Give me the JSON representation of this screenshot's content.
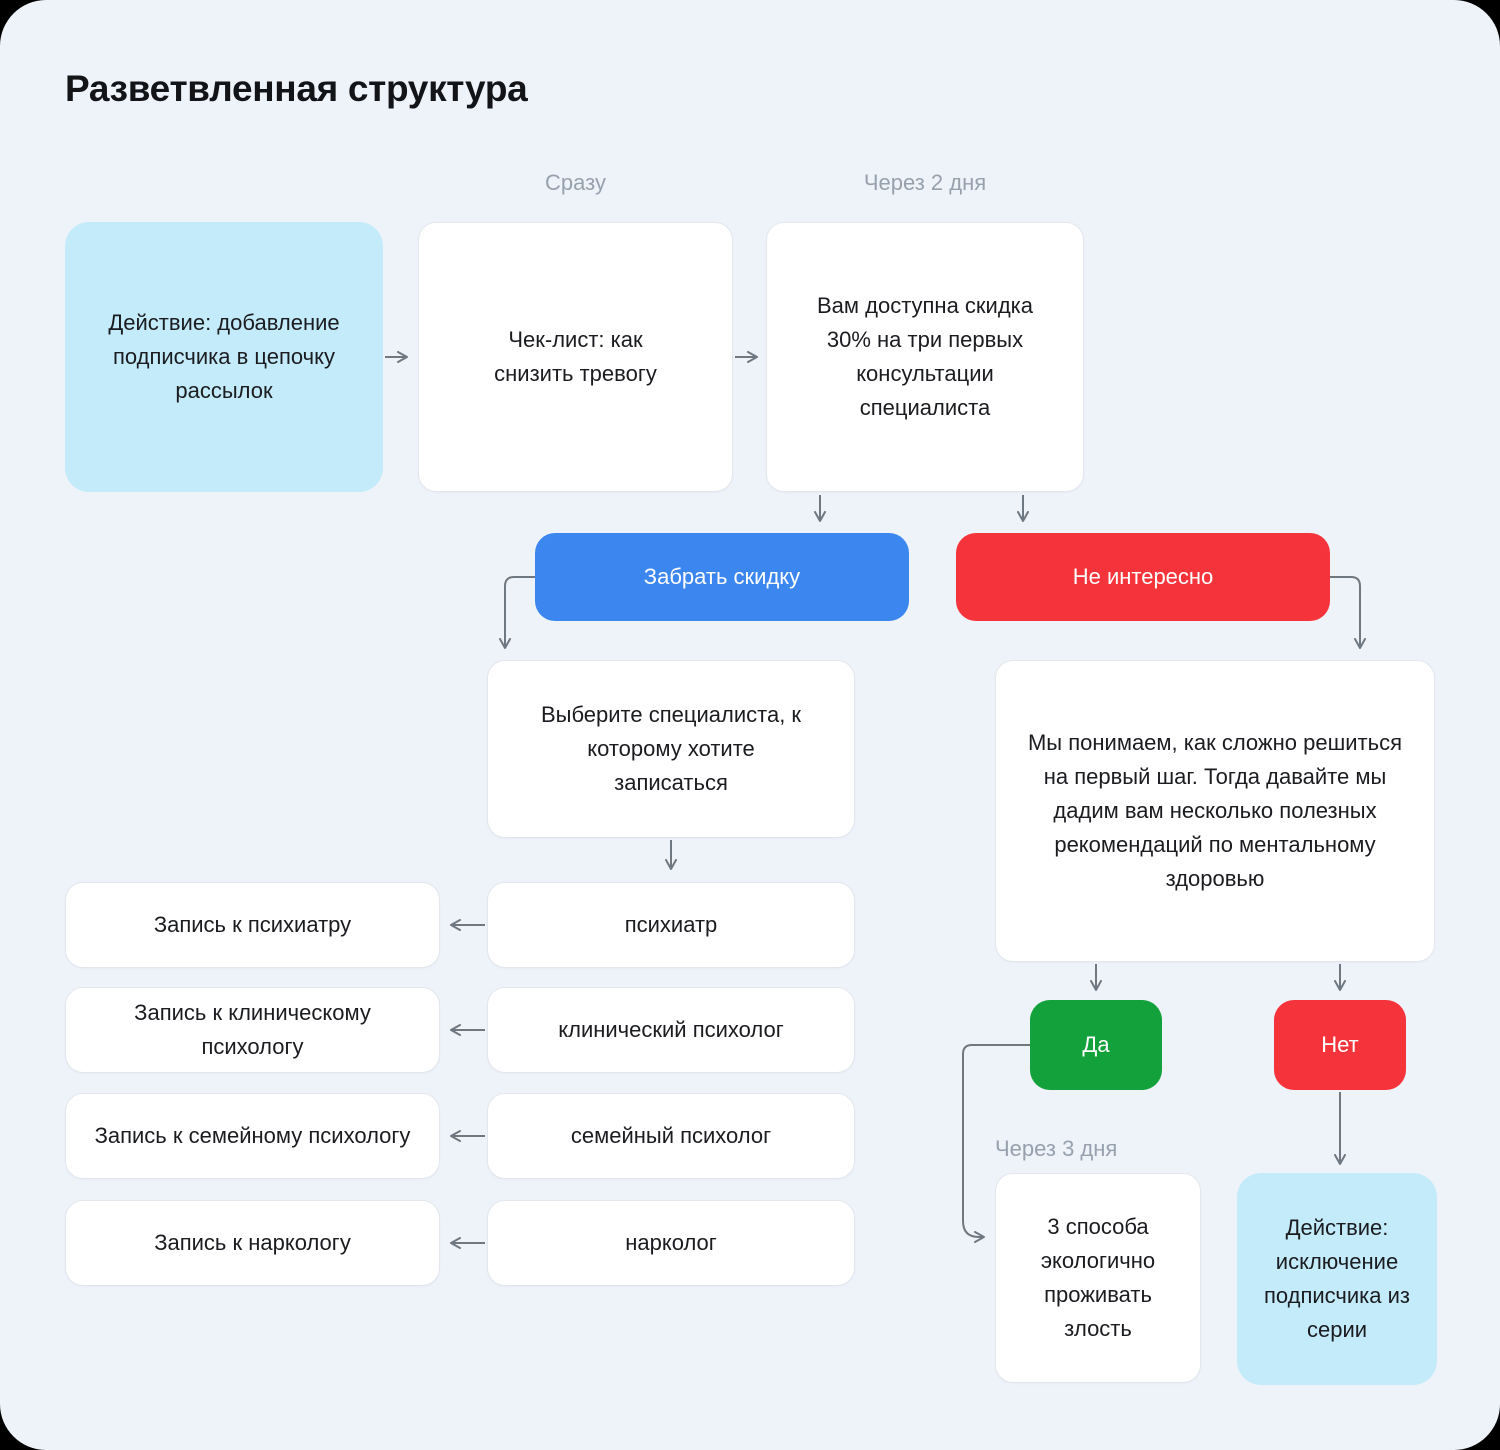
{
  "title": "Разветвленная структура",
  "timing_labels": {
    "immediately": "Сразу",
    "after_two_days": "Через 2 дня",
    "after_three_days": "Через 3 дня"
  },
  "nodes": {
    "action_add_subscriber": "Действие: добавление подписчика в цепочку рассылок",
    "checklist_email": "Чек-лист: как снизить тревогу",
    "discount_email": "Вам доступна скидка 30% на три первых консультации специалиста",
    "choose_specialist": "Выберите специалиста, к которому хотите записаться",
    "we_understand": "Мы понимаем, как сложно решиться на первый шаг. Тогда давайте мы дадим вам несколько полезных рекомендаций по ментальному здоровью",
    "three_ways_anger": "3 способа экологично проживать злость",
    "action_exclude_subscriber": "Действие: исключение подписчика из серии"
  },
  "buttons": {
    "take_discount": "Забрать скидку",
    "not_interested": "Не интересно",
    "yes": "Да",
    "no": "Нет"
  },
  "specialists": [
    {
      "option": "психиатр",
      "result": "Запись к психиатру"
    },
    {
      "option": "клинический психолог",
      "result": "Запись к клиническому психологу"
    },
    {
      "option": "семейный психолог",
      "result": "Запись к семейному психологу"
    },
    {
      "option": "нарколог",
      "result": "Запись к наркологу"
    }
  ],
  "colors": {
    "background": "#EEF3FA",
    "corner": "#000000",
    "card_light_blue": "#C4EBFA",
    "button_blue": "#3B86EF",
    "button_red": "#F5333A",
    "button_green": "#12A13B",
    "text_dark": "#1B1C20",
    "label_gray": "#97A1AD",
    "connector_gray": "#6F7780",
    "card_border": "#E3E7EC"
  }
}
